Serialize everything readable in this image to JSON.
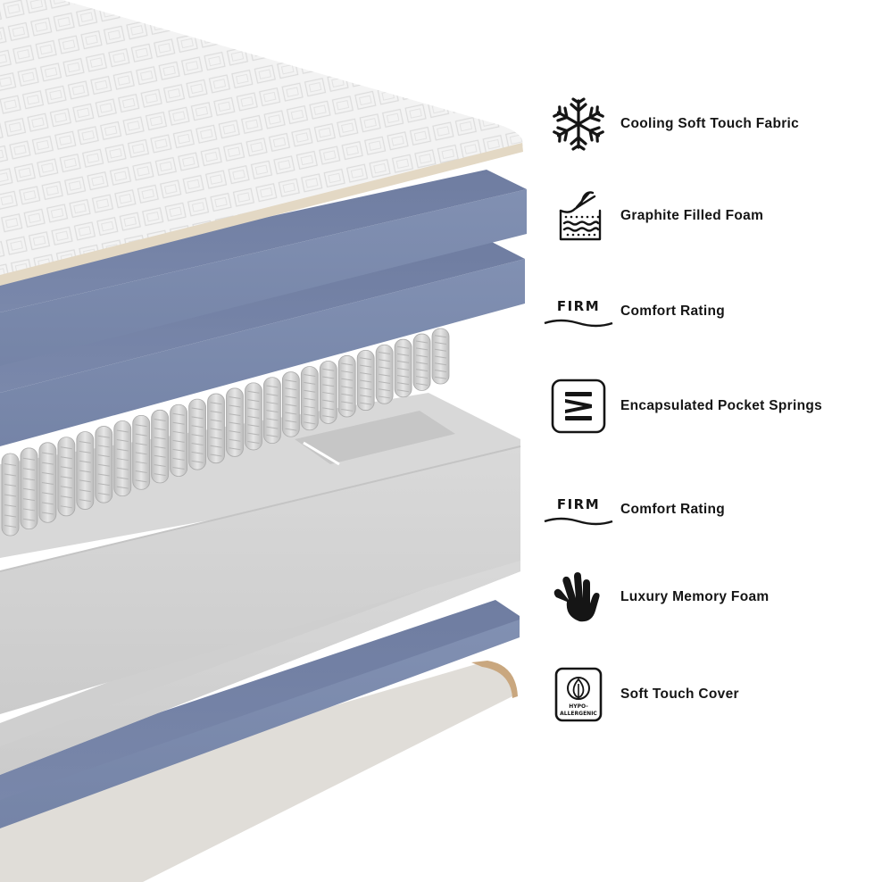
{
  "features": [
    {
      "icon": "snowflake-icon",
      "label": "Cooling Soft Touch Fabric"
    },
    {
      "icon": "graphite-foam-icon",
      "label": "Graphite Filled Foam"
    },
    {
      "icon": "firm-rating-icon",
      "icon_text": "FIRM",
      "label": "Comfort Rating"
    },
    {
      "icon": "pocket-springs-icon",
      "label": "Encapsulated Pocket Springs"
    },
    {
      "icon": "firm-rating-icon",
      "icon_text": "FIRM",
      "label": "Comfort Rating"
    },
    {
      "icon": "hand-print-icon",
      "label": "Luxury Memory Foam"
    },
    {
      "icon": "hypoallergenic-icon",
      "icon_text_top": "HYPO-",
      "icon_text_bottom": "ALLERGENIC",
      "label": "Soft Touch Cover"
    }
  ],
  "colors": {
    "fabric": "#f2f2f2",
    "graphite_foam": "#7886a9",
    "grey_foam": "#d4d4d4",
    "springs": "#cfcfcf",
    "base": "#e3dfda",
    "text": "#151515"
  }
}
